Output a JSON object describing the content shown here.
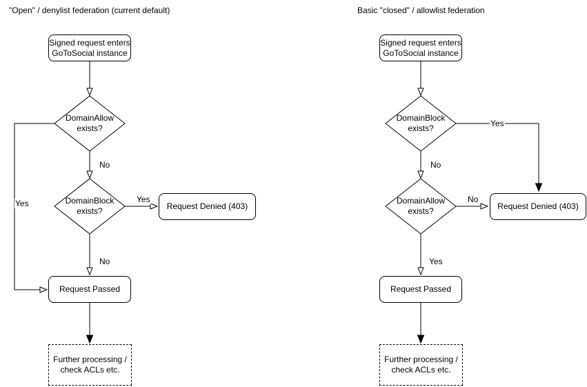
{
  "colors": {
    "stroke": "#000000",
    "node_fill": "#ffffff",
    "text": "#000000",
    "background": "#ffffff"
  },
  "left": {
    "title": "\"Open\" / denylist federation (current default)",
    "start": {
      "line1": "Signed request enters",
      "line2": "GoToSocial instance"
    },
    "decision1": {
      "line1": "DomainAllow",
      "line2": "exists?"
    },
    "decision2": {
      "line1": "DomainBlock",
      "line2": "exists?"
    },
    "denied_label": "Request Denied (403)",
    "passed_label": "Request Passed",
    "further": {
      "line1": "Further processing /",
      "line2": "check ACLs etc."
    },
    "edge_labels": {
      "decision1_no": "No",
      "decision1_yes": "Yes",
      "decision2_yes": "Yes",
      "decision2_no": "No"
    }
  },
  "right": {
    "title": "Basic \"closed\" / allowlist federation",
    "start": {
      "line1": "Signed request enters",
      "line2": "GoToSocial instance"
    },
    "decision1": {
      "line1": "DomainBlock",
      "line2": "exists?"
    },
    "decision2": {
      "line1": "DomainAllow",
      "line2": "exists?"
    },
    "denied_label": "Request Denied (403)",
    "passed_label": "Request Passed",
    "further": {
      "line1": "Further processing /",
      "line2": "check ACLs etc."
    },
    "edge_labels": {
      "decision1_yes": "Yes",
      "decision1_no": "No",
      "decision2_no": "No",
      "decision2_yes": "Yes"
    }
  }
}
